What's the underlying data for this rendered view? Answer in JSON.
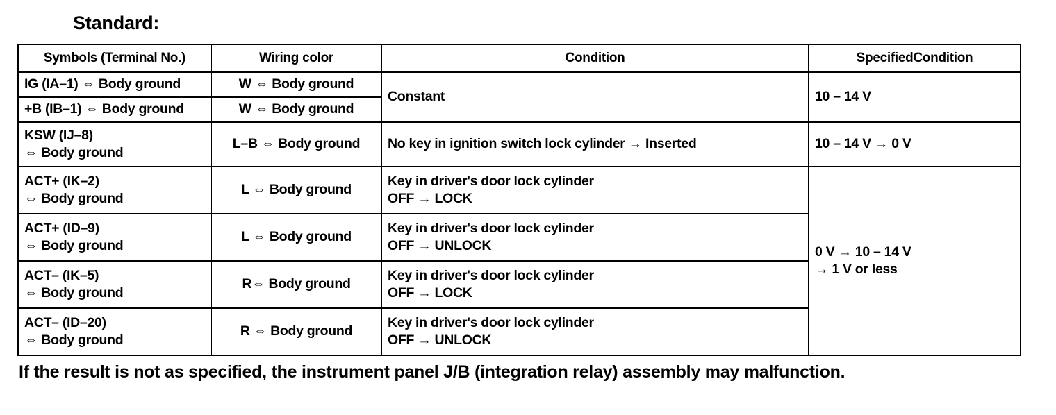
{
  "heading": "Standard:",
  "table": {
    "headers": {
      "symbols": "Symbols (Terminal No.)",
      "wiring_color": "Wiring color",
      "condition": "Condition",
      "specified_condition": "SpecifiedCondition"
    },
    "rows": [
      {
        "symbol_line1": "IG (IA–1) ⇔ Body ground",
        "symbol_line2": "",
        "wiring": "W ⇔ Body ground",
        "condition_line1": "Constant",
        "condition_line2": "",
        "specified_line1": "10 – 14 V",
        "specified_line2": ""
      },
      {
        "symbol_line1": "+B (IB–1) ⇔ Body ground",
        "symbol_line2": "",
        "wiring": "W ⇔ Body ground",
        "condition_line1": "",
        "condition_line2": "",
        "specified_line1": "",
        "specified_line2": ""
      },
      {
        "symbol_line1": "KSW (IJ–8)",
        "symbol_line2": "⇔ Body ground",
        "wiring": "L–B ⇔ Body ground",
        "condition_line1": "No key in ignition switch lock cylinder → Inserted",
        "condition_line2": "",
        "specified_line1": "10 – 14 V → 0 V",
        "specified_line2": ""
      },
      {
        "symbol_line1": "ACT+ (IK–2)",
        "symbol_line2": "⇔ Body ground",
        "wiring": "L ⇔ Body ground",
        "condition_line1": "Key in driver's door lock cylinder",
        "condition_line2": "OFF → LOCK",
        "specified_line1": "0 V → 10 – 14 V",
        "specified_line2": "→ 1 V or less"
      },
      {
        "symbol_line1": "ACT+ (ID–9)",
        "symbol_line2": "⇔ Body ground",
        "wiring": "L ⇔ Body ground",
        "condition_line1": "Key in driver's door lock cylinder",
        "condition_line2": "OFF → UNLOCK",
        "specified_line1": "",
        "specified_line2": ""
      },
      {
        "symbol_line1": "ACT– (IK–5)",
        "symbol_line2": "⇔ Body ground",
        "wiring": "R⇔ Body ground",
        "condition_line1": "Key in driver's door lock cylinder",
        "condition_line2": "OFF → LOCK",
        "specified_line1": "",
        "specified_line2": ""
      },
      {
        "symbol_line1": "ACT– (ID–20)",
        "symbol_line2": "⇔ Body ground",
        "wiring": "R ⇔ Body ground",
        "condition_line1": "Key in driver's door lock cylinder",
        "condition_line2": "OFF → UNLOCK",
        "specified_line1": "",
        "specified_line2": ""
      }
    ]
  },
  "footer": "If the result is not as specified, the instrument panel J/B (integration relay) assembly may malfunction."
}
